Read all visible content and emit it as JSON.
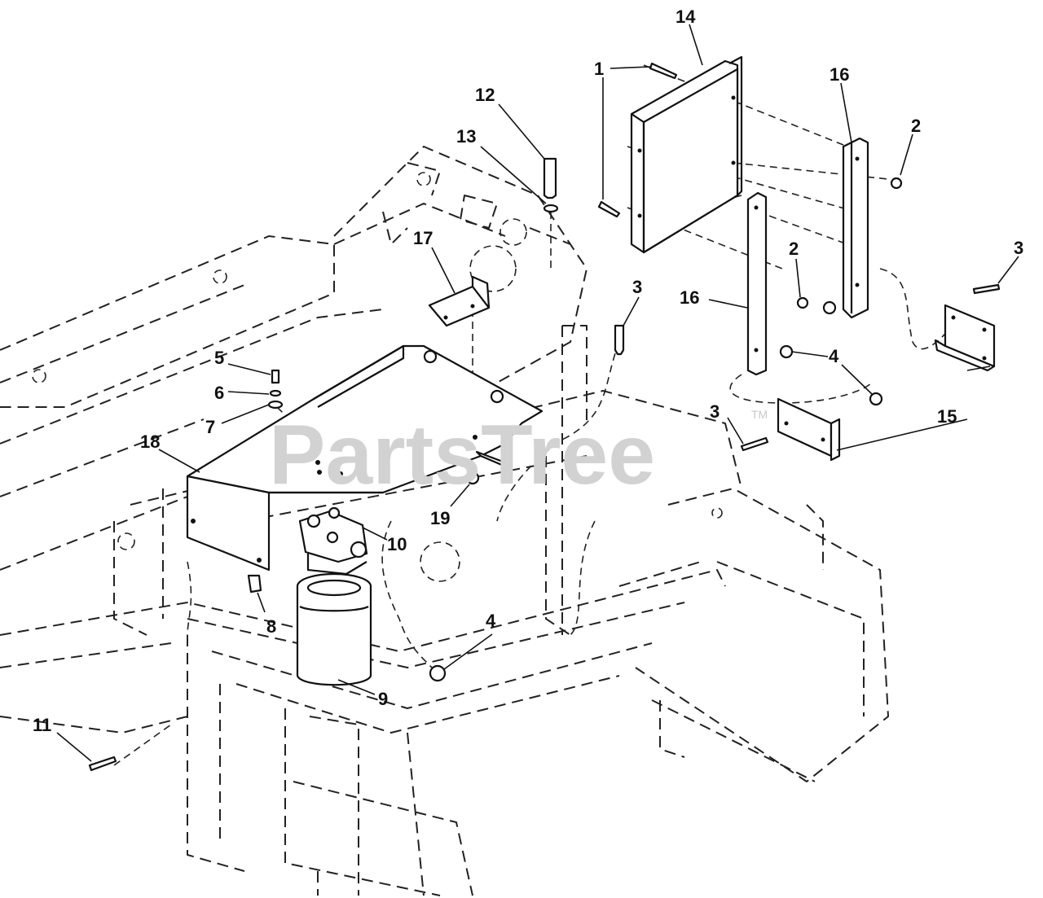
{
  "watermark": {
    "brand": "PartsTree",
    "trademark": "TM"
  },
  "callouts": [
    {
      "id": "c1",
      "number": "1",
      "part": "bolt"
    },
    {
      "id": "c2a",
      "number": "2",
      "part": "nut"
    },
    {
      "id": "c2b",
      "number": "2",
      "part": "nut"
    },
    {
      "id": "c3a",
      "number": "3",
      "part": "bolt"
    },
    {
      "id": "c3b",
      "number": "3",
      "part": "bolt"
    },
    {
      "id": "c3c",
      "number": "3",
      "part": "bolt"
    },
    {
      "id": "c4a",
      "number": "4",
      "part": "nut"
    },
    {
      "id": "c4b",
      "number": "4",
      "part": "nut"
    },
    {
      "id": "c5",
      "number": "5",
      "part": "screw"
    },
    {
      "id": "c6",
      "number": "6",
      "part": "lock-washer"
    },
    {
      "id": "c7",
      "number": "7",
      "part": "washer"
    },
    {
      "id": "c8",
      "number": "8",
      "part": "clip-nut"
    },
    {
      "id": "c9",
      "number": "9",
      "part": "filter"
    },
    {
      "id": "c10",
      "number": "10",
      "part": "filter-head"
    },
    {
      "id": "c11",
      "number": "11",
      "part": "bolt"
    },
    {
      "id": "c12",
      "number": "12",
      "part": "bolt"
    },
    {
      "id": "c13",
      "number": "13",
      "part": "washer"
    },
    {
      "id": "c14",
      "number": "14",
      "part": "oil-cooler"
    },
    {
      "id": "c15",
      "number": "15",
      "part": "mounting-bracket"
    },
    {
      "id": "c16a",
      "number": "16",
      "part": "side-bracket"
    },
    {
      "id": "c16b",
      "number": "16",
      "part": "side-bracket"
    },
    {
      "id": "c17",
      "number": "17",
      "part": "angle-bracket"
    },
    {
      "id": "c18",
      "number": "18",
      "part": "filter-mount-plate"
    },
    {
      "id": "c19",
      "number": "19",
      "part": "nut"
    }
  ]
}
